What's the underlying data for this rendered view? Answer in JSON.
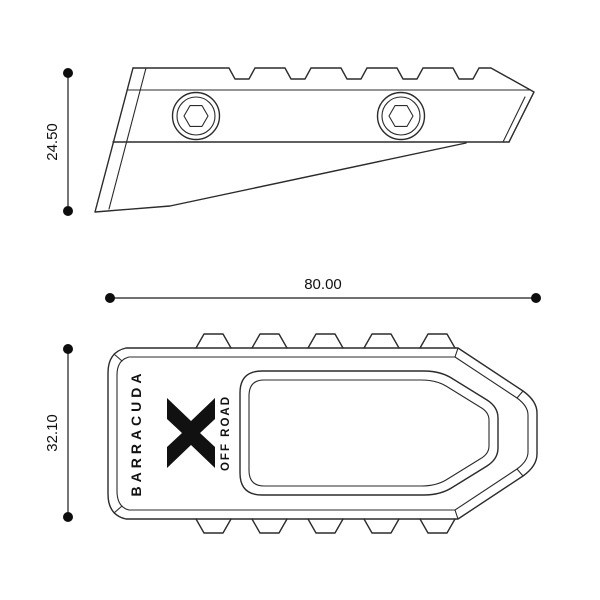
{
  "colors": {
    "background": "#ffffff",
    "drawing_line": "#2b2b2b",
    "text": "#111111"
  },
  "side_view": {
    "dim_height": "24.50",
    "bolt_hole_count": 2
  },
  "plan_view": {
    "dim_width": "80.00",
    "dim_height": "32.10",
    "brand": "BARRACUDA",
    "logo": "X",
    "sub_brand": "OFF ROAD"
  }
}
